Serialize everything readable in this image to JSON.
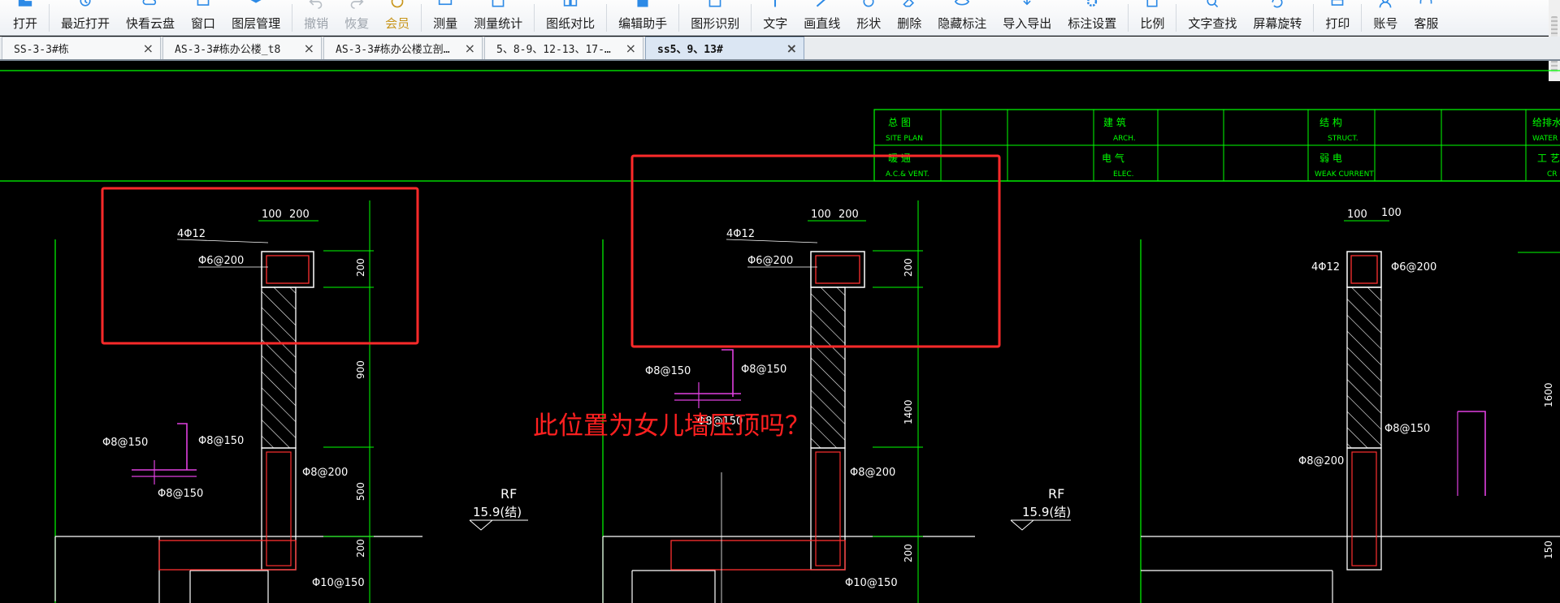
{
  "toolbar": {
    "items": [
      {
        "label": "打开",
        "icon": "folder-open-icon",
        "state": "normal"
      },
      {
        "label": "最近打开",
        "icon": "history-icon",
        "state": "normal"
      },
      {
        "label": "快看云盘",
        "icon": "cloud-icon",
        "state": "normal"
      },
      {
        "label": "窗口",
        "icon": "window-icon",
        "state": "normal"
      },
      {
        "label": "图层管理",
        "icon": "layers-icon",
        "state": "normal"
      },
      {
        "label": "撤销",
        "icon": "undo-icon",
        "state": "disabled"
      },
      {
        "label": "恢复",
        "icon": "redo-icon",
        "state": "disabled"
      },
      {
        "label": "会员",
        "icon": "vip-icon",
        "state": "vip"
      },
      {
        "label": "测量",
        "icon": "ruler-icon",
        "state": "normal"
      },
      {
        "label": "测量统计",
        "icon": "measure-stats-icon",
        "state": "normal"
      },
      {
        "label": "图纸对比",
        "icon": "compare-icon",
        "state": "normal"
      },
      {
        "label": "编辑助手",
        "icon": "edit-assistant-icon",
        "state": "normal"
      },
      {
        "label": "图形识别",
        "icon": "shape-recognize-icon",
        "state": "normal"
      },
      {
        "label": "文字",
        "icon": "text-icon",
        "state": "normal"
      },
      {
        "label": "画直线",
        "icon": "line-icon",
        "state": "normal"
      },
      {
        "label": "形状",
        "icon": "shape-icon",
        "state": "normal"
      },
      {
        "label": "删除",
        "icon": "eraser-icon",
        "state": "normal"
      },
      {
        "label": "隐藏标注",
        "icon": "eye-icon",
        "state": "normal"
      },
      {
        "label": "导入导出",
        "icon": "import-export-icon",
        "state": "normal"
      },
      {
        "label": "标注设置",
        "icon": "gear-icon",
        "state": "normal"
      },
      {
        "label": "比例",
        "icon": "scale-icon",
        "state": "normal"
      },
      {
        "label": "文字查找",
        "icon": "text-search-icon",
        "state": "normal"
      },
      {
        "label": "屏幕旋转",
        "icon": "rotate-icon",
        "state": "normal"
      },
      {
        "label": "打印",
        "icon": "printer-icon",
        "state": "normal"
      },
      {
        "label": "账号",
        "icon": "user-icon",
        "state": "normal"
      },
      {
        "label": "客服",
        "icon": "headset-icon",
        "state": "normal"
      }
    ]
  },
  "tabs": [
    {
      "label": "SS-3-3#栋",
      "active": false
    },
    {
      "label": "AS-3-3#栋办公楼_t8",
      "active": false
    },
    {
      "label": "AS-3-3#栋办公楼立剖…",
      "active": false
    },
    {
      "label": "5、8-9、12-13、17-…",
      "active": false
    },
    {
      "label": "ss5、9、13#",
      "active": true
    }
  ],
  "tab_close_glyph": "×",
  "drawing": {
    "annotation_text": "此位置为女儿墙压顶吗？",
    "title_block": [
      {
        "cn": "总 图",
        "en": "SITE PLAN"
      },
      {
        "cn": "建 筑",
        "en": "ARCH."
      },
      {
        "cn": "结 构",
        "en": "STRUCT."
      },
      {
        "cn": "给排水",
        "en": "WATER"
      },
      {
        "cn": "暖 通",
        "en": "A.C.& VENT."
      },
      {
        "cn": "电 气",
        "en": "ELEC."
      },
      {
        "cn": "弱 电",
        "en": "WEAK CURRENT"
      },
      {
        "cn": "工 艺",
        "en": "CR"
      }
    ],
    "dims": {
      "d100": "100",
      "d200": "200",
      "d900": "900",
      "d500": "500",
      "d1400": "1400",
      "d1600": "1600",
      "d150": "150"
    },
    "rebar": {
      "r412": "4Φ12",
      "r6200": "Φ6@200",
      "r8150": "Φ8@150",
      "r8200": "Φ8@200",
      "r10150": "Φ10@150"
    },
    "level": {
      "name": "RF",
      "value": "15.9(结)"
    }
  },
  "colors": {
    "green": "#00ff00",
    "red_box": "#ff2a2a",
    "annotation": "#ff2020",
    "rebar_red": "#ff3030",
    "magenta": "#e040e0",
    "white": "#ffffff",
    "vip": "#c8951a"
  }
}
